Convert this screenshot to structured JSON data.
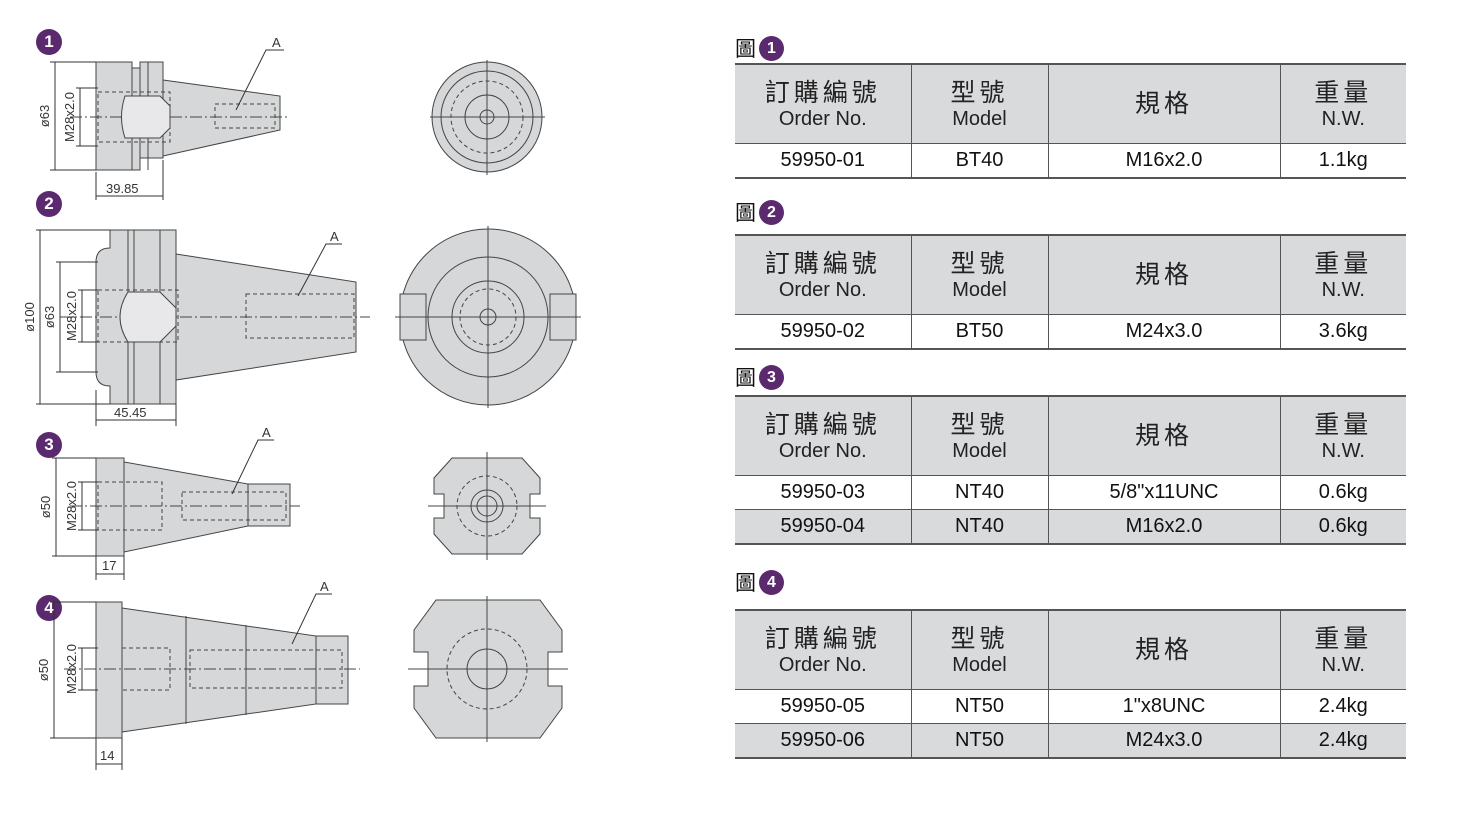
{
  "figures": [
    {
      "badge": "1",
      "dim_dia": "ø63",
      "dim_thread": "M28x2.0",
      "dim_len": "39.85",
      "label": "A"
    },
    {
      "badge": "2",
      "dim_dia_outer": "ø100",
      "dim_dia": "ø63",
      "dim_thread": "M28x2.0",
      "dim_len": "45.45",
      "label": "A"
    },
    {
      "badge": "3",
      "dim_dia": "ø50",
      "dim_thread": "M28x2.0",
      "dim_len": "17",
      "label": "A"
    },
    {
      "badge": "4",
      "dim_dia": "ø50",
      "dim_thread": "M28x2.0",
      "dim_len": "14",
      "label": "A"
    }
  ],
  "headers": {
    "order_zh": "訂購編號",
    "order_en": "Order No.",
    "model_zh": "型號",
    "model_en": "Model",
    "spec_zh": "規格",
    "weight_zh": "重量",
    "weight_en": "N.W."
  },
  "tables": [
    {
      "title": "圖",
      "badge": "1",
      "rows": [
        {
          "order": "59950-01",
          "model": "BT40",
          "spec": "M16x2.0",
          "weight": "1.1kg"
        }
      ]
    },
    {
      "title": "圖",
      "badge": "2",
      "rows": [
        {
          "order": "59950-02",
          "model": "BT50",
          "spec": "M24x3.0",
          "weight": "3.6kg"
        }
      ]
    },
    {
      "title": "圖",
      "badge": "3",
      "rows": [
        {
          "order": "59950-03",
          "model": "NT40",
          "spec": "5/8\"x11UNC",
          "weight": "0.6kg"
        },
        {
          "order": "59950-04",
          "model": "NT40",
          "spec": "M16x2.0",
          "weight": "0.6kg"
        }
      ]
    },
    {
      "title": "圖",
      "badge": "4",
      "rows": [
        {
          "order": "59950-05",
          "model": "NT50",
          "spec": "1\"x8UNC",
          "weight": "2.4kg"
        },
        {
          "order": "59950-06",
          "model": "NT50",
          "spec": "M24x3.0",
          "weight": "2.4kg"
        }
      ]
    }
  ],
  "colors": {
    "badge": "#5b2a6e",
    "header_bg": "#d9dadc",
    "part_fill": "#d6d7d9"
  }
}
